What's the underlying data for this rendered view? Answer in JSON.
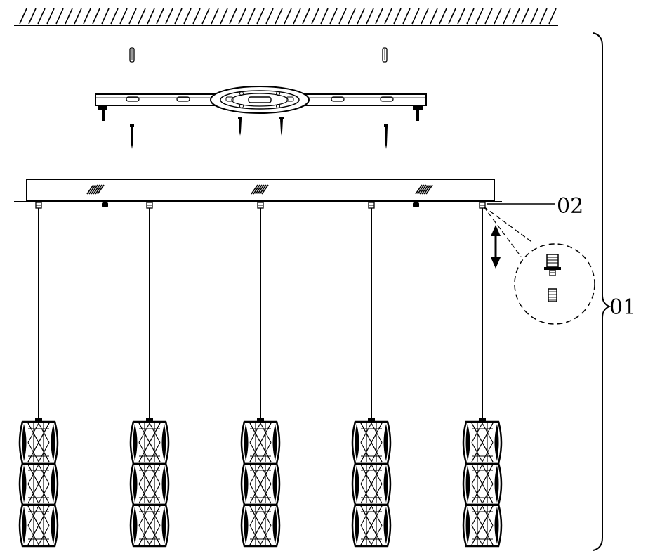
{
  "labels": {
    "canopy_callout": "02",
    "assembly_callout": "01"
  },
  "pendants": {
    "count": 5
  },
  "colors": {
    "line": "#000000",
    "background": "#ffffff"
  }
}
